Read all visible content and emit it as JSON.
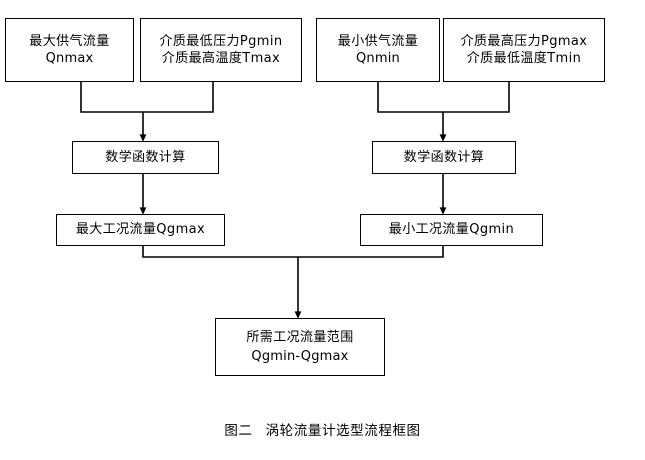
{
  "figure": {
    "caption_label": "图二",
    "caption_title": "涡轮流量计选型流程框图"
  },
  "nodes": {
    "qnmax": {
      "line1": "最大供气流量",
      "line2": "Qnmax"
    },
    "pgmin": {
      "line1": "介质最低压力Pgmin",
      "line2": "介质最高温度Tmax"
    },
    "qnmin": {
      "line1": "最小供气流量",
      "line2": "Qnmin"
    },
    "pgmax": {
      "line1": "介质最高压力Pgmax",
      "line2": "介质最低温度Tmin"
    },
    "calc_max": {
      "line1": "数学函数计算"
    },
    "calc_min": {
      "line1": "数学函数计算"
    },
    "qgmax": {
      "line1": "最大工况流量Qgmax"
    },
    "qgmin": {
      "line1": "最小工况流量Qgmin"
    },
    "range": {
      "line1": "所需工况流量范围",
      "line2": "Qgmin-Qgmax"
    }
  },
  "colors": {
    "stroke": "#000000",
    "fill": "#ffffff",
    "text": "#000000"
  },
  "diagram": {
    "type": "flowchart",
    "direction": "top-to-bottom",
    "edges": [
      {
        "from": "qnmax",
        "to": "calc_max",
        "style": "elbow-merge"
      },
      {
        "from": "pgmin",
        "to": "calc_max",
        "style": "straight-merge"
      },
      {
        "from": "qnmin",
        "to": "calc_min",
        "style": "elbow-merge"
      },
      {
        "from": "pgmax",
        "to": "calc_min",
        "style": "straight-merge"
      },
      {
        "from": "calc_max",
        "to": "qgmax",
        "style": "straight"
      },
      {
        "from": "calc_min",
        "to": "qgmin",
        "style": "straight"
      },
      {
        "from": "qgmax",
        "to": "range",
        "style": "elbow-merge"
      },
      {
        "from": "qgmin",
        "to": "range",
        "style": "elbow-merge"
      }
    ]
  }
}
